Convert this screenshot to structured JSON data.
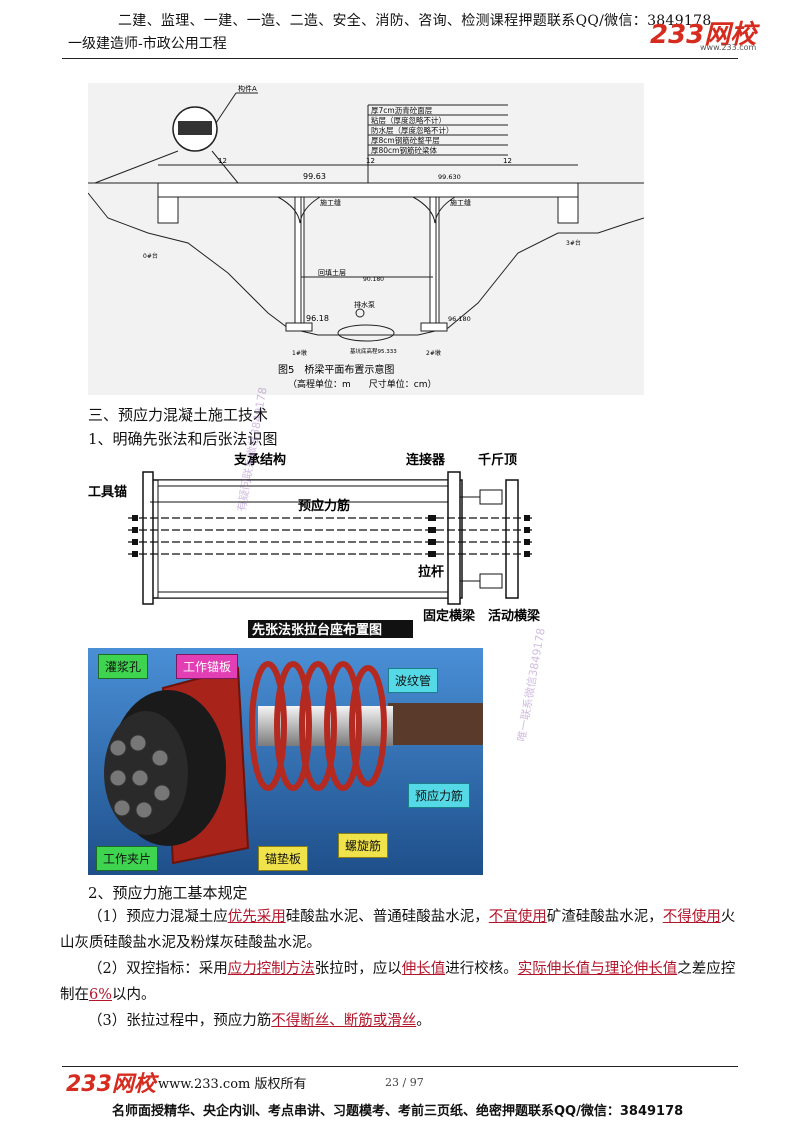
{
  "header": {
    "top_line": "二建、监理、一建、一造、二造、安全、消防、咨询、检测课程押题联系QQ/微信：3849178",
    "sub_line": "一级建造师-市政公用工程",
    "logo": "233网校",
    "logo_url": "www.233.com"
  },
  "bridge_figure": {
    "callout": "构件A",
    "layers": [
      "厚7cm沥青砼面层",
      "粘层（厚度忽略不计）",
      "防水层（厚度忽略不计）",
      "厚8cm钢筋砼整平层",
      "厚80cm钢筋砼梁体"
    ],
    "dims": [
      "12",
      "12",
      "12"
    ],
    "elevations": [
      "99.63",
      "99.630",
      "96.18",
      "96.180",
      "90.180"
    ],
    "labels": [
      "施工缝",
      "施工缝",
      "回填土层",
      "排水泵",
      "0#台",
      "1#墩",
      "2#墩",
      "3#台"
    ],
    "bottom_note": "基坑底高程95.333",
    "caption": "图5　桥梁平面布置示意图",
    "units": "（高程单位：m　　尺寸单位：cm）"
  },
  "section_title": "三、预应力混凝土施工技术",
  "item1": "1、明确先张法和后张法识图",
  "pretension": {
    "labels": {
      "support": "支承结构",
      "connector": "连接器",
      "jack": "千斤顶",
      "tool_anchor": "工具锚",
      "tendon": "预应力筋",
      "rod": "拉杆",
      "fixed_beam": "固定横梁",
      "movable_beam": "活动横梁"
    },
    "caption": "先张法张拉台座布置图"
  },
  "photo": {
    "labels": [
      "灌浆孔",
      "工作锚板",
      "波纹管",
      "预应力筋",
      "工作夹片",
      "锚垫板",
      "螺旋筋"
    ]
  },
  "watermarks": [
    "有疑问联系微信3849178",
    "唯一联系微信3849178"
  ],
  "item2": "2、预应力施工基本规定",
  "rules": [
    {
      "p1": "（1）预应力混凝土应",
      "h1": "优先采用",
      "p2": "硅酸盐水泥、普通硅酸盐水泥，",
      "h2": "不宜使用",
      "p3": "矿渣硅酸盐水泥，",
      "h3": "不得使用",
      "p4": "火山灰质硅酸盐水泥及粉煤灰硅酸盐水泥。"
    },
    {
      "p1": "（2）双控指标：采用",
      "h1": "应力控制方法",
      "p2": "张拉时，应以",
      "h2": "伸长值",
      "p3": "进行校核。",
      "h3": "实际伸长值与理论伸长值",
      "p4": "之差应控制在",
      "h4": "6%",
      "p5": "以内。"
    },
    {
      "p1": "（3）张拉过程中，预应力筋",
      "h1": "不得断丝、断筋或滑丝",
      "p2": "。"
    }
  ],
  "footer": {
    "logo": "233网校",
    "site": "www.233.com 版权所有",
    "page": "23 / 97",
    "bottom": "名师面授精华、央企内训、考点串讲、习题模考、考前三页纸、绝密押题联系QQ/微信：3849178"
  }
}
